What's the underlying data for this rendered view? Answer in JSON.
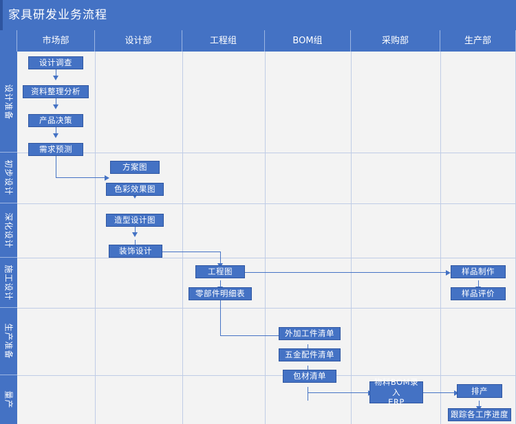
{
  "window": {
    "title": "家具研发业务流程"
  },
  "columns": [
    {
      "id": "corner",
      "label": ""
    },
    {
      "id": "market",
      "label": "市场部"
    },
    {
      "id": "design",
      "label": "设计部"
    },
    {
      "id": "engineering",
      "label": "工程组"
    },
    {
      "id": "bom",
      "label": "BOM组"
    },
    {
      "id": "purchase",
      "label": "采购部"
    },
    {
      "id": "production",
      "label": "生产部"
    }
  ],
  "rows": [
    {
      "id": "design-prep",
      "label": "设计准备"
    },
    {
      "id": "prelim",
      "label": "初步设计"
    },
    {
      "id": "deepen",
      "label": "深化设计"
    },
    {
      "id": "construction",
      "label": "施工设计"
    },
    {
      "id": "prod-prep",
      "label": "生产准备"
    },
    {
      "id": "mass-prod",
      "label": "量产"
    }
  ],
  "nodes": [
    {
      "id": "n1",
      "label": "设计调查",
      "col": "market",
      "row": "design-prep"
    },
    {
      "id": "n2",
      "label": "资料整理分析",
      "col": "market",
      "row": "design-prep"
    },
    {
      "id": "n3",
      "label": "产品决策",
      "col": "market",
      "row": "design-prep"
    },
    {
      "id": "n4",
      "label": "需求预测",
      "col": "market",
      "row": "design-prep"
    },
    {
      "id": "n5",
      "label": "方案图",
      "col": "design",
      "row": "prelim"
    },
    {
      "id": "n6",
      "label": "色彩效果图",
      "col": "design",
      "row": "prelim"
    },
    {
      "id": "n7",
      "label": "造型设计图",
      "col": "design",
      "row": "deepen"
    },
    {
      "id": "n8",
      "label": "装饰设计",
      "col": "design",
      "row": "deepen"
    },
    {
      "id": "n9",
      "label": "工程图",
      "col": "engineering",
      "row": "construction"
    },
    {
      "id": "n10",
      "label": "零部件明细表",
      "col": "engineering",
      "row": "construction"
    },
    {
      "id": "n11",
      "label": "样品制作",
      "col": "production",
      "row": "construction"
    },
    {
      "id": "n12",
      "label": "样品评价",
      "col": "production",
      "row": "construction"
    },
    {
      "id": "n13",
      "label": "外加工件清单",
      "col": "bom",
      "row": "prod-prep"
    },
    {
      "id": "n14",
      "label": "五金配件清单",
      "col": "bom",
      "row": "prod-prep"
    },
    {
      "id": "n15",
      "label": "包材清单",
      "col": "bom",
      "row": "prod-prep"
    },
    {
      "id": "n16",
      "label": "物料BOM录入\nERP",
      "col": "purchase",
      "row": "mass-prod"
    },
    {
      "id": "n17",
      "label": "排产",
      "col": "production",
      "row": "mass-prod"
    },
    {
      "id": "n18",
      "label": "跟踪各工序进度",
      "col": "production",
      "row": "mass-prod"
    }
  ],
  "edges": [
    {
      "from": "n1",
      "to": "n2"
    },
    {
      "from": "n2",
      "to": "n3"
    },
    {
      "from": "n3",
      "to": "n4"
    },
    {
      "from": "n4",
      "to": "n5"
    },
    {
      "from": "n5",
      "to": "n6"
    },
    {
      "from": "n6",
      "to": "n7"
    },
    {
      "from": "n7",
      "to": "n8"
    },
    {
      "from": "n8",
      "to": "n9"
    },
    {
      "from": "n9",
      "to": "n10"
    },
    {
      "from": "n9",
      "to": "n11"
    },
    {
      "from": "n11",
      "to": "n12"
    },
    {
      "from": "n10",
      "to": "n13"
    },
    {
      "from": "n13",
      "to": "n14"
    },
    {
      "from": "n14",
      "to": "n15"
    },
    {
      "from": "n15",
      "to": "n16"
    },
    {
      "from": "n16",
      "to": "n17"
    },
    {
      "from": "n17",
      "to": "n18"
    }
  ],
  "colors": {
    "brand": "#4472C4",
    "brand_dark": "#2E55A0",
    "grid_line": "#BFCCE6",
    "canvas": "#F3F3F3",
    "node_text": "#FFFFFF"
  }
}
